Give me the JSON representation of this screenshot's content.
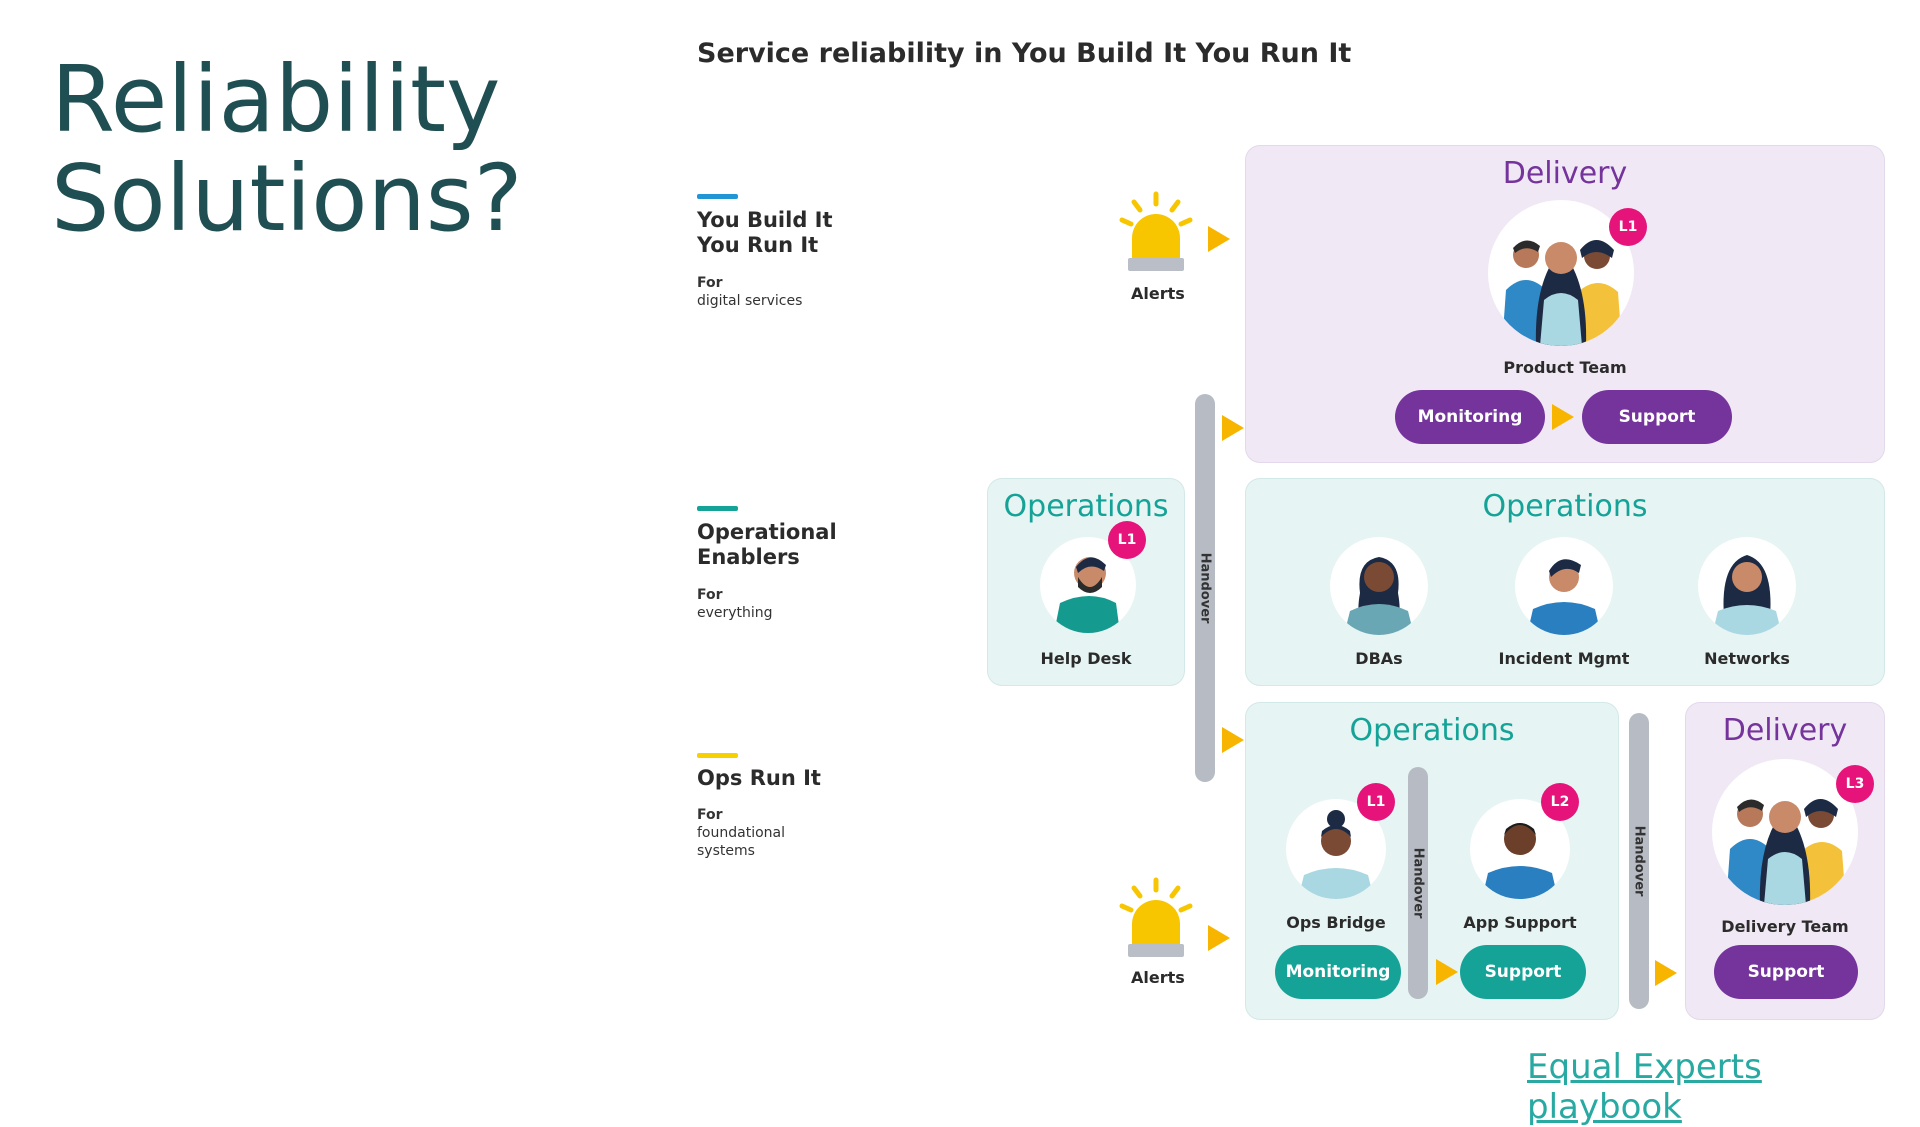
{
  "slide": {
    "title_line1": "Reliability",
    "title_line2": "Solutions?",
    "diagram_title": "Service reliability in You Build It You Run It",
    "link_text": "Equal Experts playbook"
  },
  "colors": {
    "purple": "#74349b",
    "teal": "#15a397",
    "badge": "#e6147a",
    "arrow": "#f7b500",
    "legend_blue": "#2196d6",
    "legend_teal": "#15a397",
    "legend_yellow": "#f7d000"
  },
  "legend": [
    {
      "name_line1": "You Build It",
      "name_line2": "You Run It",
      "for_label": "For",
      "for_text": "digital services"
    },
    {
      "name_line1": "Operational",
      "name_line2": "Enablers",
      "for_label": "For",
      "for_text": "everything"
    },
    {
      "name_line1": "Ops Run It",
      "name_line2": "",
      "for_label": "For",
      "for_text_line1": "foundational",
      "for_text_line2": "systems"
    }
  ],
  "alerts_label": "Alerts",
  "handover_label": "Handover",
  "delivery_top": {
    "heading": "Delivery",
    "team": "Product Team",
    "badge": "L1",
    "monitoring": "Monitoring",
    "support": "Support"
  },
  "helpdesk_panel": {
    "heading": "Operations",
    "role": "Help Desk",
    "badge": "L1"
  },
  "ops_mid": {
    "heading": "Operations",
    "roles": [
      "DBAs",
      "Incident Mgmt",
      "Networks"
    ]
  },
  "ops_bottom": {
    "heading": "Operations",
    "ops_bridge": "Ops Bridge",
    "ops_bridge_badge": "L1",
    "app_support": "App Support",
    "app_support_badge": "L2",
    "monitoring": "Monitoring",
    "support": "Support"
  },
  "delivery_bottom": {
    "heading": "Delivery",
    "team": "Delivery Team",
    "badge": "L3",
    "support": "Support"
  }
}
